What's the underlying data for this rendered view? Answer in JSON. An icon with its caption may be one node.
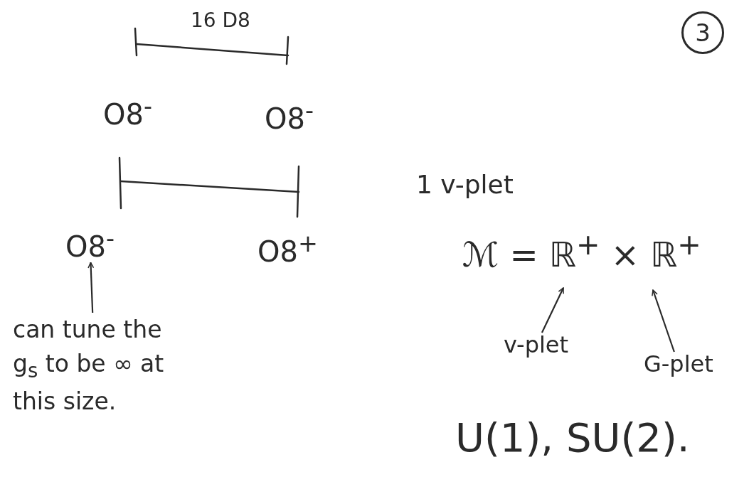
{
  "diagram": {
    "nodes": [
      {
        "text": [
          "O8$^{-}$"
        ]
      },
      {
        "text": [
          "O8$^{-}$"
        ]
      },
      {
        "text": [
          "O8$^{-}$"
        ]
      },
      {
        "text": [
          "O8$^{+}$"
        ]
      },
      {
        "text": [
          "can tune the g$_{s}$ to be ∞ at this size."
        ]
      },
      {
        "text": [
          "v-plet"
        ]
      },
      {
        "text": [
          "G-plet"
        ]
      }
    ],
    "edges": [
      {
        "from": 4,
        "to": 2,
        "arrow": "to"
      },
      {
        "from": 5,
        "to": null,
        "arrow": "to"
      },
      {
        "from": 6,
        "to": null,
        "arrow": "to"
      }
    ],
    "labels": [
      "16 D8",
      "3",
      "1 v-plet",
      "ℳ = ℝ$^{+}$ × ℝ$^{+}$",
      "U(1), SU(2)."
    ]
  }
}
